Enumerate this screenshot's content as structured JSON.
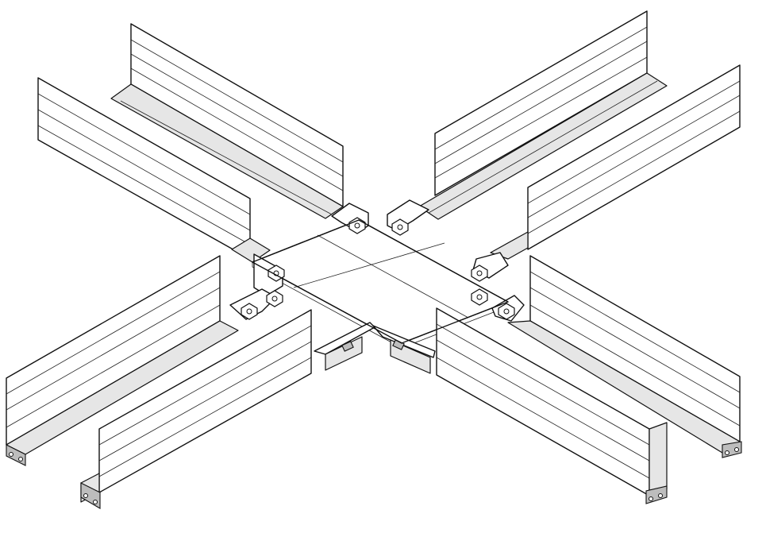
{
  "drawing": {
    "subject": "isometric-cross-junction-cable-tray",
    "line_color": "#111111",
    "background": "#ffffff",
    "arms": [
      "upper-left",
      "upper-right",
      "lower-left",
      "lower-right"
    ],
    "nut_count": 8
  }
}
